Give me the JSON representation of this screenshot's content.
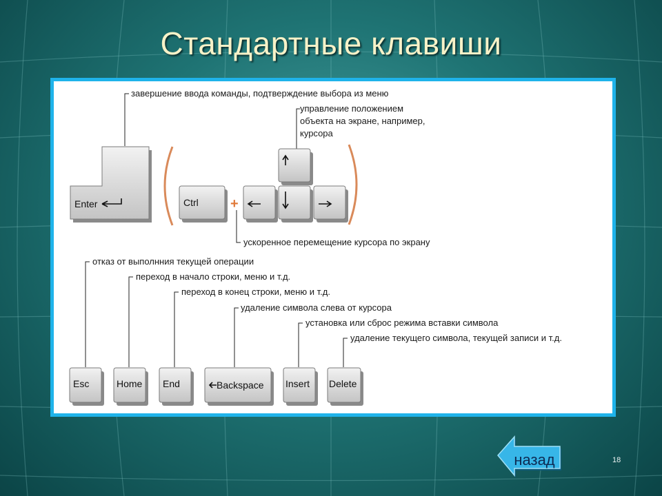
{
  "slide": {
    "title": "Стандартные клавиши",
    "page_number": "18",
    "back_label": "назад"
  },
  "keys": {
    "enter": "Enter",
    "ctrl": "Ctrl",
    "plus": "+",
    "esc": "Esc",
    "home": "Home",
    "end": "End",
    "backspace": "Backspace",
    "insert": "Insert",
    "delete": "Delete"
  },
  "labels": {
    "enter": "завершение ввода команды, подтверждение выбора из меню",
    "arrows_line1": "управление положением",
    "arrows_line2": "объекта на экране, например,",
    "arrows_line3": "курсора",
    "ctrl_arrows": "ускоренное перемещение курсора по экрану",
    "esc": "отказ от выполнния текущей операции",
    "home": "переход в начало строки, меню и т.д.",
    "end": "переход в конец строки, меню и т.д.",
    "backspace": "удаление символа слева от курсора",
    "insert": "установка или сброс режима вставки символа",
    "delete": "удаление текущего символа, текущей записи и т.д."
  },
  "colors": {
    "panel_border": "#1fb3ea",
    "title": "#f7f2c8",
    "bracket": "#d98a5a",
    "plus": "#e07a3a",
    "back_arrow": "#37b6e8"
  }
}
